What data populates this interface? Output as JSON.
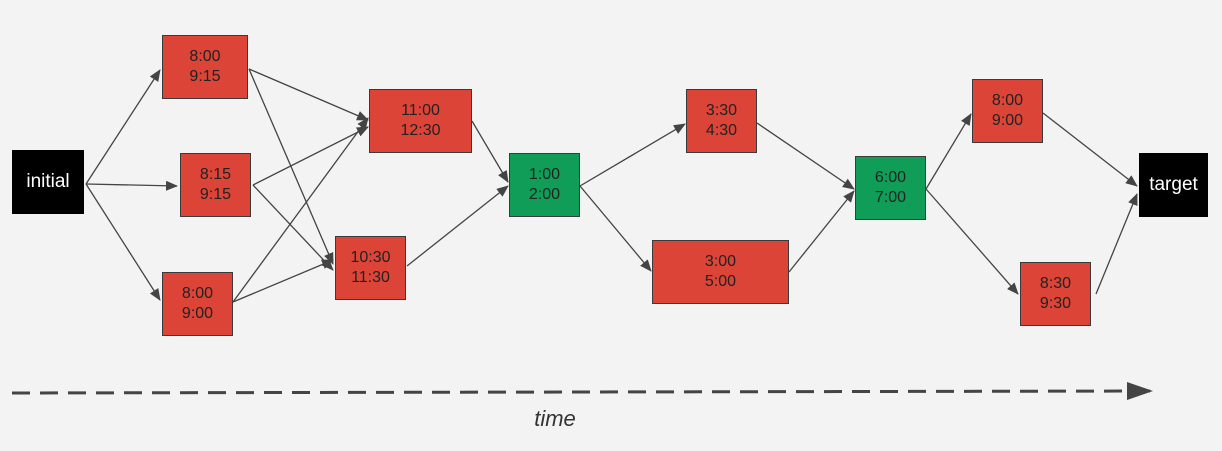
{
  "colors": {
    "background": "#f3f3f3",
    "red": "#db4437",
    "green": "#0f9d58",
    "terminal": "#000000",
    "edge": "#444444"
  },
  "nodes": [
    {
      "id": "initial",
      "kind": "terminal",
      "lines": [
        "initial"
      ]
    },
    {
      "id": "n1",
      "kind": "red",
      "lines": [
        "8:00",
        "9:15"
      ]
    },
    {
      "id": "n2",
      "kind": "red",
      "lines": [
        "8:15",
        "9:15"
      ]
    },
    {
      "id": "n3",
      "kind": "red",
      "lines": [
        "8:00",
        "9:00"
      ]
    },
    {
      "id": "n4",
      "kind": "red",
      "lines": [
        "11:00",
        "12:30"
      ]
    },
    {
      "id": "n5",
      "kind": "red",
      "lines": [
        "10:30",
        "11:30"
      ]
    },
    {
      "id": "n6",
      "kind": "green",
      "lines": [
        "1:00",
        "2:00"
      ]
    },
    {
      "id": "n7",
      "kind": "red",
      "lines": [
        "3:30",
        "4:30"
      ]
    },
    {
      "id": "n8",
      "kind": "red",
      "lines": [
        "3:00",
        "5:00"
      ]
    },
    {
      "id": "n9",
      "kind": "green",
      "lines": [
        "6:00",
        "7:00"
      ]
    },
    {
      "id": "n10",
      "kind": "red",
      "lines": [
        "8:00",
        "9:00"
      ]
    },
    {
      "id": "n11",
      "kind": "red",
      "lines": [
        "8:30",
        "9:30"
      ]
    },
    {
      "id": "target",
      "kind": "terminal",
      "lines": [
        "target"
      ]
    }
  ],
  "edges": [
    [
      "initial",
      "n1"
    ],
    [
      "initial",
      "n2"
    ],
    [
      "initial",
      "n3"
    ],
    [
      "n1",
      "n4"
    ],
    [
      "n1",
      "n5"
    ],
    [
      "n2",
      "n4"
    ],
    [
      "n2",
      "n5"
    ],
    [
      "n3",
      "n4"
    ],
    [
      "n3",
      "n5"
    ],
    [
      "n4",
      "n6"
    ],
    [
      "n5",
      "n6"
    ],
    [
      "n6",
      "n7"
    ],
    [
      "n6",
      "n8"
    ],
    [
      "n7",
      "n9"
    ],
    [
      "n8",
      "n9"
    ],
    [
      "n9",
      "n10"
    ],
    [
      "n9",
      "n11"
    ],
    [
      "n10",
      "target"
    ],
    [
      "n11",
      "target"
    ]
  ],
  "axis": {
    "label": "time"
  }
}
